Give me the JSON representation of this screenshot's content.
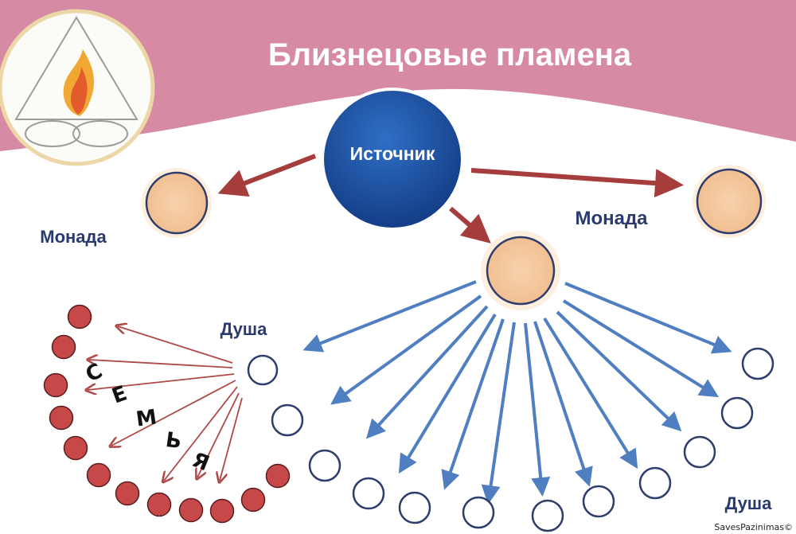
{
  "title": "Близнецовые пламена",
  "nodes": {
    "source": "Источник",
    "monad_left": "Монада",
    "monad_right": "Монада",
    "soul_top": "Душа",
    "soul_bottom": "Душа"
  },
  "family_letters": [
    "С",
    "Е",
    "М",
    "Ь",
    "Я"
  ],
  "footer": {
    "copyright": "SavesPazinimas©"
  },
  "colors": {
    "header_band": "#d68aa3",
    "source_fill": "#1f4f9e",
    "monad_fill": "#f5c9a0",
    "red_arrow": "#a63d3d",
    "blue_arrow": "#4f7fc0",
    "family_dot": "#c74848",
    "label_text": "#2b3a6e"
  }
}
